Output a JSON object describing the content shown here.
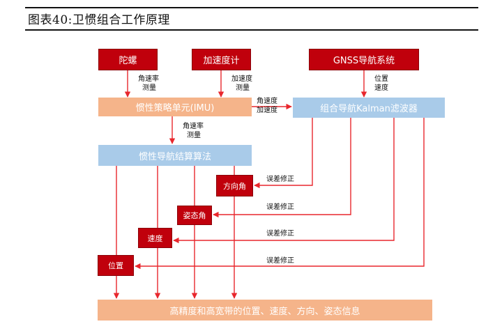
{
  "header": {
    "title": "图表40:卫惯组合工作原理"
  },
  "sources": {
    "gyro": "陀螺",
    "accel": "加速度计",
    "gnss": "GNSS导航系统"
  },
  "boxes": {
    "imu": "惯性策略单元(IMU)",
    "kalman": "组合导航Kalman滤波器",
    "nav_algo": "惯性导航结算算法",
    "heading": "方向角",
    "attitude": "姿态角",
    "velocity": "速度",
    "position": "位置",
    "output": "高精度和高宽带的位置、速度、方向、姿态信息"
  },
  "labels": {
    "gyro_meas": [
      "角速率",
      "测量"
    ],
    "accel_meas": [
      "加速度",
      "测量"
    ],
    "gnss_meas": [
      "位置",
      "速度"
    ],
    "imu_to_kalman": [
      "角速度",
      "加速度"
    ],
    "imu_to_nav": [
      "角速率",
      "测量"
    ],
    "err1": "误差修正",
    "err2": "误差修正",
    "err3": "误差修正",
    "err4": "误差修正"
  },
  "colors": {
    "red_box": "#c0000c",
    "orange_box": "#f5b48a",
    "blue_box": "#a9cbe9",
    "arrow": "#e8272d"
  }
}
